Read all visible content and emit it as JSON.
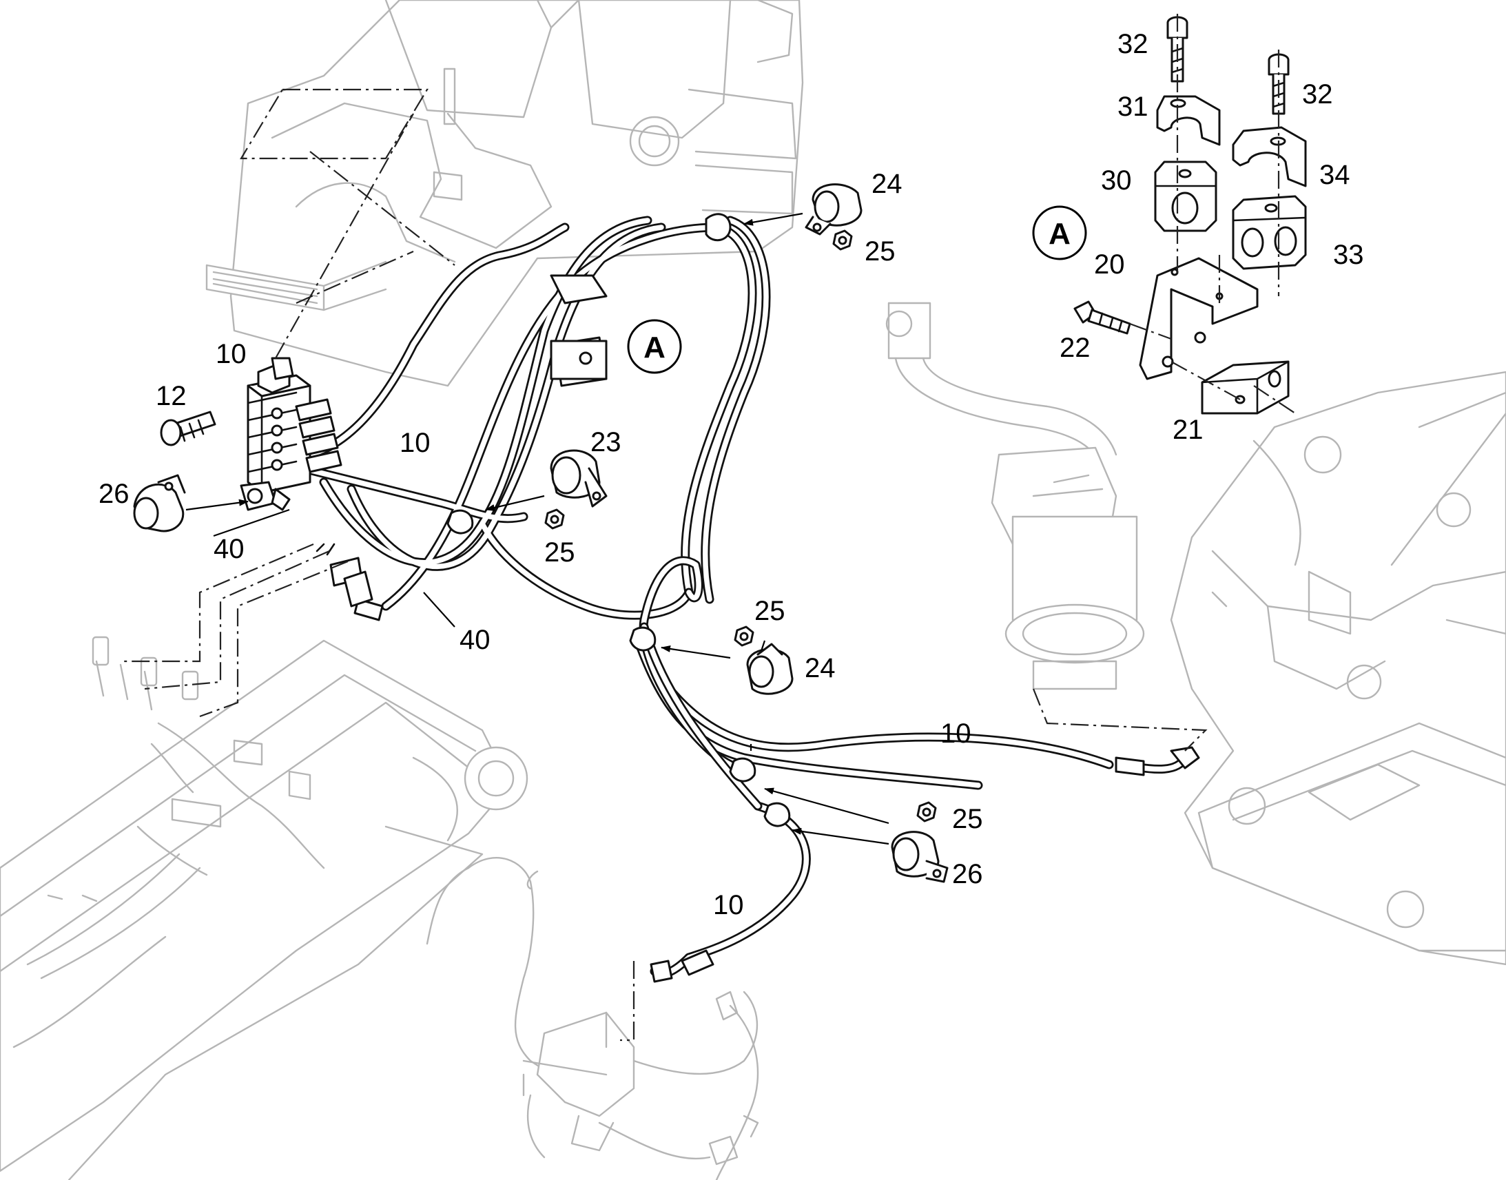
{
  "labels": {
    "l10a": "10",
    "l12": "12",
    "l10b": "10",
    "l26a": "26",
    "l40a": "40",
    "l40b": "40",
    "l23": "23",
    "l25a": "25",
    "l24a": "24",
    "l25b": "25",
    "l25c": "25",
    "l24b": "24",
    "l10c": "10",
    "l25d": "25",
    "l26b": "26",
    "l10d": "10",
    "l32a": "32",
    "l32b": "32",
    "l31": "31",
    "l30": "30",
    "l34": "34",
    "l33": "33",
    "l20": "20",
    "l22": "22",
    "l21": "21"
  },
  "callouts": {
    "detail_main": "A",
    "detail_inset": "A"
  },
  "colors": {
    "ink": "#111111",
    "ghost": "#b5b5b5",
    "background": "#ffffff"
  }
}
